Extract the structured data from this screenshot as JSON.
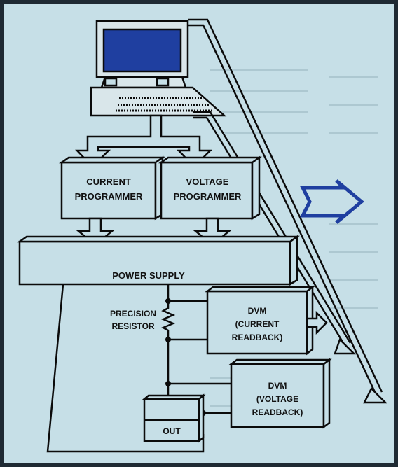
{
  "colors": {
    "background": "#c6dfe7",
    "outer_frame": "#1f2a33",
    "line": "#0b0b0b",
    "screen": "#1f3fa0",
    "computer_body": "#d9e6ea"
  },
  "diagram": {
    "blocks": {
      "current_programmer": [
        "CURRENT",
        "PROGRAMMER"
      ],
      "voltage_programmer": [
        "VOLTAGE",
        "PROGRAMMER"
      ],
      "power_supply": "POWER SUPPLY",
      "precision_resistor": [
        "PRECISION",
        "RESISTOR"
      ],
      "dvm_current": [
        "DVM",
        "(CURRENT",
        "READBACK)"
      ],
      "dvm_voltage": [
        "DVM",
        "(VOLTAGE",
        "READBACK)"
      ],
      "out": "OUT"
    },
    "icons": {
      "computer": "desktop-computer-icon",
      "flow_arrow": "outline-right-arrow-icon"
    }
  }
}
